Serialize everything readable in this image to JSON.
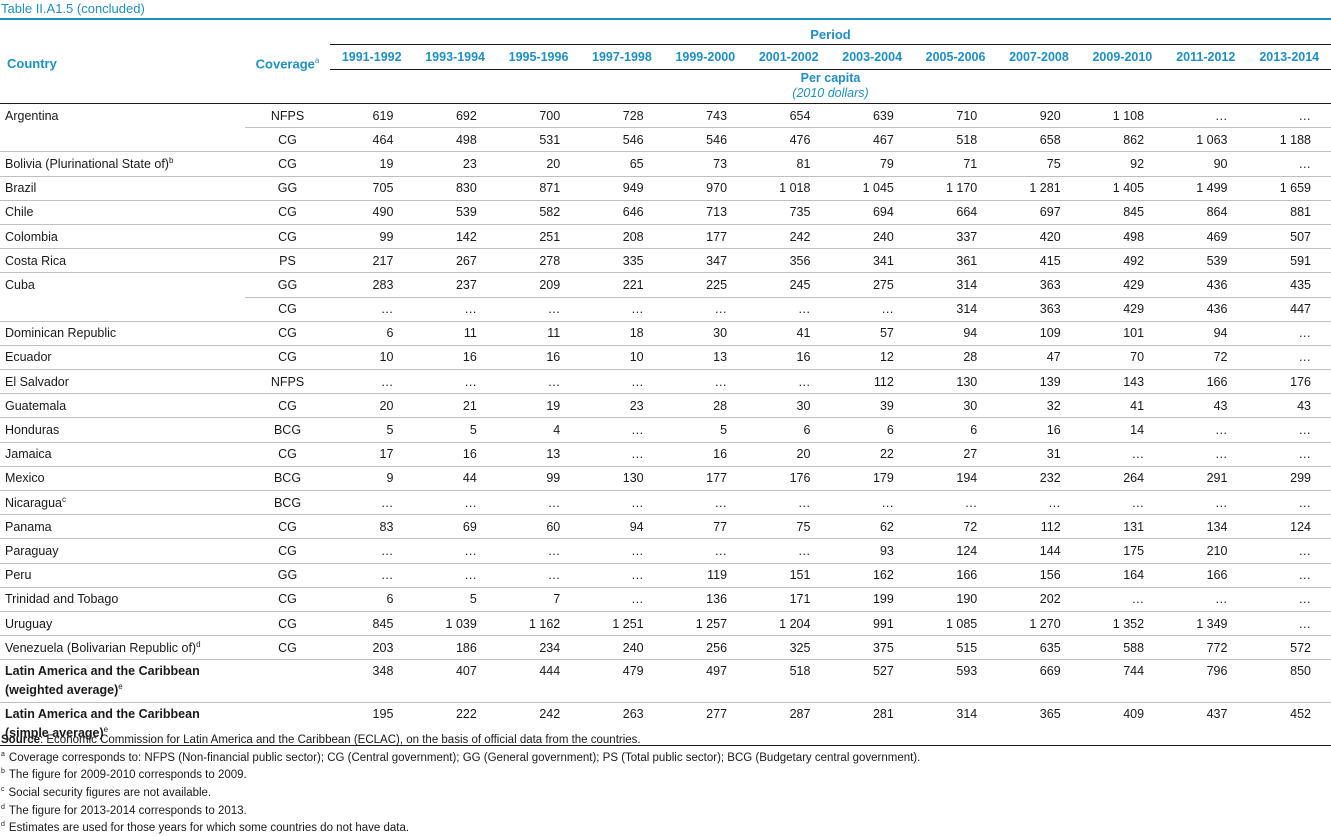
{
  "title": "Table II.A1.5 (concluded)",
  "header": {
    "country": "Country",
    "coverage": "Coverage",
    "coverage_note": "a",
    "period": "Period",
    "years": [
      "1991-1992",
      "1993-1994",
      "1995-1996",
      "1997-1998",
      "1999-2000",
      "2001-2002",
      "2003-2004",
      "2005-2006",
      "2007-2008",
      "2009-2010",
      "2011-2012",
      "2013-2014"
    ],
    "per_capita": "Per capita",
    "unit": "(2010 dollars)"
  },
  "rows": [
    {
      "country": "Argentina",
      "note": "",
      "coverage": "NFPS",
      "values": [
        "619",
        "692",
        "700",
        "728",
        "743",
        "654",
        "639",
        "710",
        "920",
        "1 108",
        "…",
        "…"
      ],
      "line": false
    },
    {
      "country": "",
      "note": "",
      "coverage": "CG",
      "values": [
        "464",
        "498",
        "531",
        "546",
        "546",
        "476",
        "467",
        "518",
        "658",
        "862",
        "1 063",
        "1 188"
      ]
    },
    {
      "country": "Bolivia (Plurinational State of)",
      "note": "b",
      "coverage": "CG",
      "values": [
        "19",
        "23",
        "20",
        "65",
        "73",
        "81",
        "79",
        "71",
        "75",
        "92",
        "90",
        "…"
      ]
    },
    {
      "country": "Brazil",
      "note": "",
      "coverage": "GG",
      "values": [
        "705",
        "830",
        "871",
        "949",
        "970",
        "1 018",
        "1 045",
        "1 170",
        "1 281",
        "1 405",
        "1 499",
        "1 659"
      ]
    },
    {
      "country": "Chile",
      "note": "",
      "coverage": "CG",
      "values": [
        "490",
        "539",
        "582",
        "646",
        "713",
        "735",
        "694",
        "664",
        "697",
        "845",
        "864",
        "881"
      ]
    },
    {
      "country": "Colombia",
      "note": "",
      "coverage": "CG",
      "values": [
        "99",
        "142",
        "251",
        "208",
        "177",
        "242",
        "240",
        "337",
        "420",
        "498",
        "469",
        "507"
      ]
    },
    {
      "country": "Costa Rica",
      "note": "",
      "coverage": "PS",
      "values": [
        "217",
        "267",
        "278",
        "335",
        "347",
        "356",
        "341",
        "361",
        "415",
        "492",
        "539",
        "591"
      ]
    },
    {
      "country": "Cuba",
      "note": "",
      "coverage": "GG",
      "values": [
        "283",
        "237",
        "209",
        "221",
        "225",
        "245",
        "275",
        "314",
        "363",
        "429",
        "436",
        "435"
      ],
      "line": false
    },
    {
      "country": "",
      "note": "",
      "coverage": "CG",
      "values": [
        "…",
        "…",
        "…",
        "…",
        "…",
        "…",
        "…",
        "314",
        "363",
        "429",
        "436",
        "447"
      ]
    },
    {
      "country": "Dominican Republic",
      "note": "",
      "coverage": "CG",
      "values": [
        "6",
        "11",
        "11",
        "18",
        "30",
        "41",
        "57",
        "94",
        "109",
        "101",
        "94",
        "…"
      ]
    },
    {
      "country": "Ecuador",
      "note": "",
      "coverage": "CG",
      "values": [
        "10",
        "16",
        "16",
        "10",
        "13",
        "16",
        "12",
        "28",
        "47",
        "70",
        "72",
        "…"
      ]
    },
    {
      "country": "El Salvador",
      "note": "",
      "coverage": "NFPS",
      "values": [
        "…",
        "…",
        "…",
        "…",
        "…",
        "…",
        "112",
        "130",
        "139",
        "143",
        "166",
        "176"
      ]
    },
    {
      "country": "Guatemala",
      "note": "",
      "coverage": "CG",
      "values": [
        "20",
        "21",
        "19",
        "23",
        "28",
        "30",
        "39",
        "30",
        "32",
        "41",
        "43",
        "43"
      ]
    },
    {
      "country": "Honduras",
      "note": "",
      "coverage": "BCG",
      "values": [
        "5",
        "5",
        "4",
        "…",
        "5",
        "6",
        "6",
        "6",
        "16",
        "14",
        "…",
        "…"
      ]
    },
    {
      "country": "Jamaica",
      "note": "",
      "coverage": "CG",
      "values": [
        "17",
        "16",
        "13",
        "…",
        "16",
        "20",
        "22",
        "27",
        "31",
        "…",
        "…",
        "…"
      ]
    },
    {
      "country": "Mexico",
      "note": "",
      "coverage": "BCG",
      "values": [
        "9",
        "44",
        "99",
        "130",
        "177",
        "176",
        "179",
        "194",
        "232",
        "264",
        "291",
        "299"
      ]
    },
    {
      "country": "Nicaragua",
      "note": "c",
      "coverage": "BCG",
      "values": [
        "…",
        "…",
        "…",
        "…",
        "…",
        "…",
        "…",
        "…",
        "…",
        "…",
        "…",
        "…"
      ]
    },
    {
      "country": "Panama",
      "note": "",
      "coverage": "CG",
      "values": [
        "83",
        "69",
        "60",
        "94",
        "77",
        "75",
        "62",
        "72",
        "112",
        "131",
        "134",
        "124"
      ]
    },
    {
      "country": "Paraguay",
      "note": "",
      "coverage": "CG",
      "values": [
        "…",
        "…",
        "…",
        "…",
        "…",
        "…",
        "93",
        "124",
        "144",
        "175",
        "210",
        "…"
      ]
    },
    {
      "country": "Peru",
      "note": "",
      "coverage": "GG",
      "values": [
        "…",
        "…",
        "…",
        "…",
        "119",
        "151",
        "162",
        "166",
        "156",
        "164",
        "166",
        "…"
      ]
    },
    {
      "country": "Trinidad and Tobago",
      "note": "",
      "coverage": "CG",
      "values": [
        "6",
        "5",
        "7",
        "…",
        "136",
        "171",
        "199",
        "190",
        "202",
        "…",
        "…",
        "…"
      ]
    },
    {
      "country": "Uruguay",
      "note": "",
      "coverage": "CG",
      "values": [
        "845",
        "1 039",
        "1 162",
        "1 251",
        "1 257",
        "1 204",
        "991",
        "1 085",
        "1 270",
        "1 352",
        "1 349",
        "…"
      ]
    },
    {
      "country": "Venezuela (Bolivarian Republic of)",
      "note": "d",
      "coverage": "CG",
      "values": [
        "203",
        "186",
        "234",
        "240",
        "256",
        "325",
        "375",
        "515",
        "635",
        "588",
        "772",
        "572"
      ]
    }
  ],
  "averages": [
    {
      "line1": "Latin America and the Caribbean",
      "line2": "(weighted average)",
      "note": "e",
      "values": [
        "348",
        "407",
        "444",
        "479",
        "497",
        "518",
        "527",
        "593",
        "669",
        "744",
        "796",
        "850"
      ]
    },
    {
      "line1": "Latin America and the Caribbean",
      "line2": "(simple average)",
      "note": "e",
      "values": [
        "195",
        "222",
        "242",
        "263",
        "277",
        "287",
        "281",
        "314",
        "365",
        "409",
        "437",
        "452"
      ]
    }
  ],
  "notes": {
    "source_label": "Source",
    "source_text": ":  Economic Commission for Latin America and the Caribbean (ECLAC), on the basis of official data from the countries.",
    "items": [
      {
        "mark": "a",
        "text": "Coverage corresponds to: NFPS (Non-financial public sector); CG (Central government); GG (General government); PS (Total public sector); BCG (Budgetary central government)."
      },
      {
        "mark": "b",
        "text": "The figure for 2009-2010 corresponds to 2009."
      },
      {
        "mark": "c",
        "text": "Social security figures are not available."
      },
      {
        "mark": "d",
        "text": "The figure for 2013-2014 corresponds to 2013."
      },
      {
        "mark": "d",
        "text": "Estimates are used for those years for which some countries do not have data."
      }
    ]
  }
}
